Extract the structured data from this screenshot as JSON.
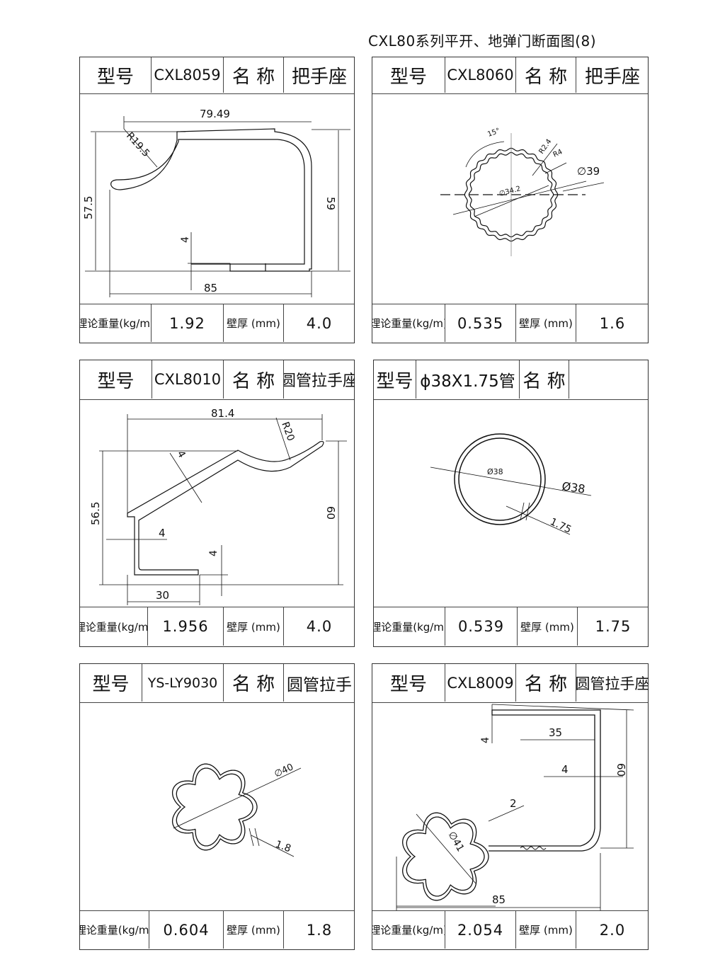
{
  "page_title": "CXL80系列平开、地弹门断面图(8)",
  "labels": {
    "model": "型号",
    "name": "名 称",
    "weight": "理论重量(kg/m)",
    "wall": "壁厚 (mm)"
  },
  "cards": [
    {
      "code": "CXL8059",
      "name": "把手座",
      "weight": "1.92",
      "wall": "4.0",
      "dims": {
        "top": "79.49",
        "radius": "R19.5",
        "left": "57.5",
        "right": "59",
        "bottom": "85",
        "small": "4"
      }
    },
    {
      "code": "CXL8060",
      "name": "把手座",
      "weight": "0.535",
      "wall": "1.6",
      "dims": {
        "angle": "15°",
        "r1": "R2.4",
        "r2": "R4",
        "outer": "∅39",
        "inner": "∅34.2"
      }
    },
    {
      "code": "CXL8010",
      "name": "圆管拉手座",
      "weight": "1.956",
      "wall": "4.0",
      "dims": {
        "top": "81.4",
        "radius": "R20",
        "thick": "4",
        "left": "56.5",
        "right": "60",
        "inner": "4",
        "small": "4",
        "bottom": "30"
      }
    },
    {
      "code": "ϕ38X1.75管",
      "name": "",
      "weight": "0.539",
      "wall": "1.75",
      "dims": {
        "inner": "Ø38",
        "outer": "Ø38",
        "thick": "1.75"
      }
    },
    {
      "code": "YS-LY9030",
      "name": "圆管拉手",
      "weight": "0.604",
      "wall": "1.8",
      "dims": {
        "outer": "∅40",
        "thick": "1.8"
      }
    },
    {
      "code": "CXL8009",
      "name": "圆管拉手座",
      "weight": "2.054",
      "wall": "2.0",
      "dims": {
        "small": "4",
        "top": "35",
        "arm": "4",
        "right": "60",
        "thick": "2",
        "dia": "∅41",
        "bottom": "85"
      }
    }
  ]
}
